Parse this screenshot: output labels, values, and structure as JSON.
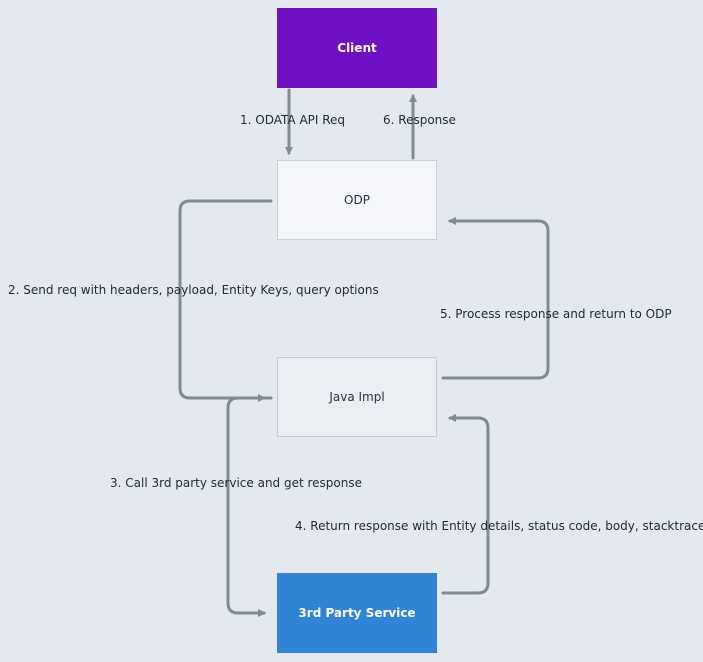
{
  "nodes": {
    "client": "Client",
    "odp": "ODP",
    "java_impl": "Java Impl",
    "third_party": "3rd Party Service"
  },
  "edges": {
    "step1": "1.  ODATA API Req",
    "step2": "2.  Send req with headers, payload, Entity Keys, query options",
    "step3": "3.  Call 3rd party service and get response",
    "step4": "4.  Return response with Entity details, status code, body, stacktrace",
    "step5": "5.  Process response and return to ODP",
    "step6": "6.  Response"
  },
  "colors": {
    "background": "#e4e9ef",
    "client_fill": "#6f10c4",
    "third_party_fill": "#2f84d8",
    "connector": "#7f8b96"
  }
}
